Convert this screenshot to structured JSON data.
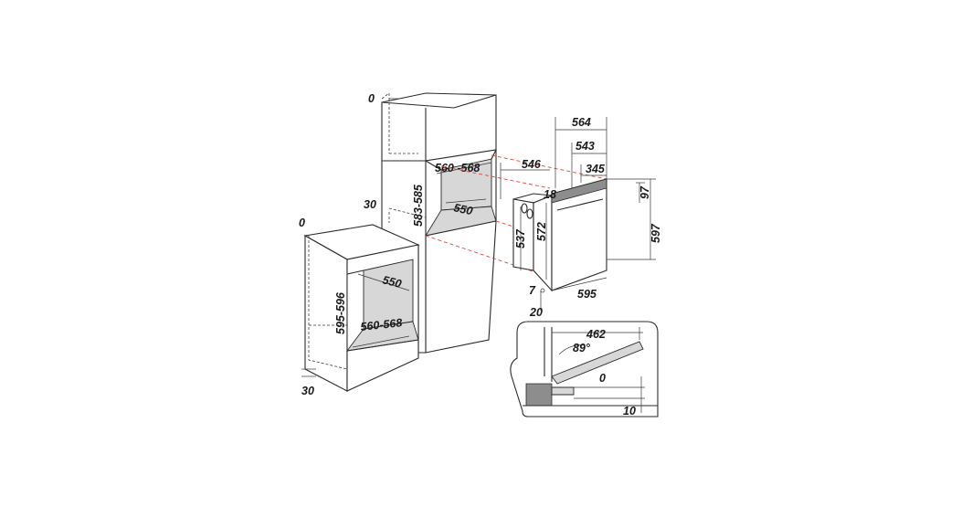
{
  "tall_cabinet": {
    "top_gap": "0",
    "width_range": "560 -568",
    "depth": "550",
    "height_range": "583-585",
    "side_gap": "30"
  },
  "base_cabinet": {
    "top_gap": "0",
    "depth": "550",
    "width_range": "560-568",
    "height_range": "595-596",
    "bottom_gap": "30"
  },
  "oven": {
    "overall_depth": "564",
    "body_depth": "543",
    "depth_to_panel": "546",
    "rear_offset": "345",
    "front_offset": "18",
    "control_height": "97",
    "total_height": "597",
    "inner_height_a": "537",
    "inner_height_b": "572",
    "width": "595",
    "bottom_gap": "7",
    "front_gap": "20"
  },
  "door_detail": {
    "door_length": "462",
    "opening_angle": "89°",
    "level_gap": "0",
    "drop": "10"
  }
}
